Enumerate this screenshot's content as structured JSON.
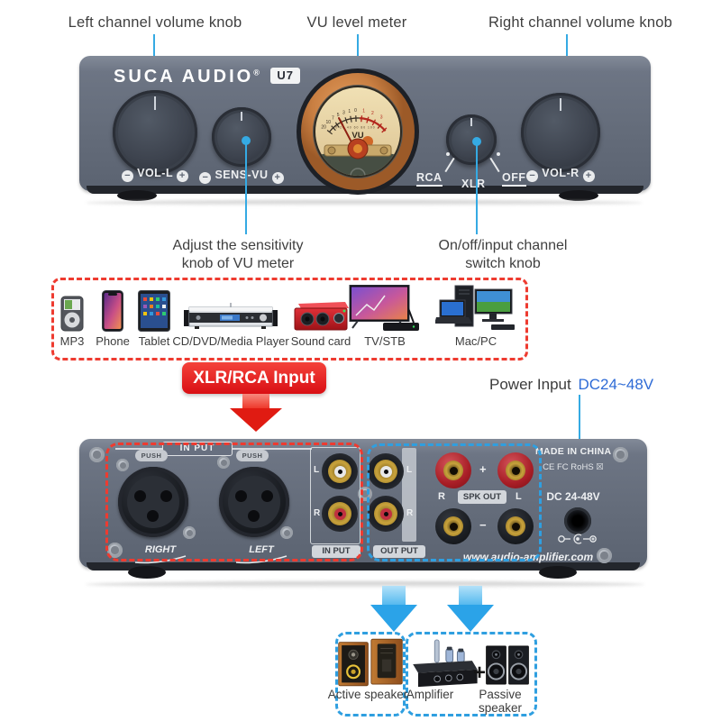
{
  "colors": {
    "callout_blue": "#35aae3",
    "badge_red": "#e8141c",
    "dashed_red": "#ee3b30",
    "dashed_blue": "#2f9fe0",
    "power_blue": "#2e6bd6",
    "panel_gray": "#646c7a",
    "vu_ring_orange": "#c97f42"
  },
  "top_callouts": {
    "left": "Left channel volume knob",
    "center": "VU level meter",
    "right": "Right channel volume knob"
  },
  "front_panel": {
    "brand": "SUCA AUDIO",
    "reg": "®",
    "model": "U7",
    "knob_labels": {
      "vol_l": "VOL-L",
      "sens_vu": "SENS-VU",
      "vol_r": "VOL-R",
      "minus": "−",
      "plus": "+"
    },
    "switch": {
      "rca": "RCA",
      "xlr": "XLR",
      "off": "OFF"
    },
    "vu": {
      "label": "VU",
      "scale": [
        "20",
        "10",
        "7",
        "5",
        "3",
        "1",
        "0",
        "1",
        "2",
        "3"
      ],
      "percent": "0 20 40 60 80 100 +"
    }
  },
  "mid_callouts": {
    "sens_line1": "Adjust the sensitivity",
    "sens_line2": "knob of VU meter",
    "switch_line1": "On/off/input channel",
    "switch_line2": "switch knob"
  },
  "sources": {
    "items": [
      {
        "label": "MP3"
      },
      {
        "label": "Phone"
      },
      {
        "label": "Tablet"
      },
      {
        "label": "CD/DVD/Media Player"
      },
      {
        "label": "Sound card"
      },
      {
        "label": "TV/STB"
      },
      {
        "label": "Mac/PC"
      }
    ]
  },
  "input_badge": "XLR/RCA Input",
  "power": {
    "prefix": "Power Input",
    "value": "DC24~48V"
  },
  "rear_panel": {
    "xlr_section_label": "IN PUT",
    "push": "PUSH",
    "xlr_right": "RIGHT",
    "xlr_left": "LEFT",
    "rca_in": {
      "l": "L",
      "r": "R",
      "label": "IN PUT"
    },
    "rca_out": {
      "l": "L",
      "r": "R",
      "label": "OUT PUT"
    },
    "spk": {
      "r": "R",
      "label": "SPK OUT",
      "l": "L",
      "plus": "+",
      "minus": "−"
    },
    "made_in": "MADE IN CHINA",
    "cert": "CE FC RoHS ☒",
    "dc_label": "DC 24-48V",
    "website": "www.audio-amplifier.com"
  },
  "outputs": {
    "active_label": "Active speaker",
    "amplifier_label": "Amplifier",
    "plus": "+",
    "passive_label": "Passive speaker"
  }
}
